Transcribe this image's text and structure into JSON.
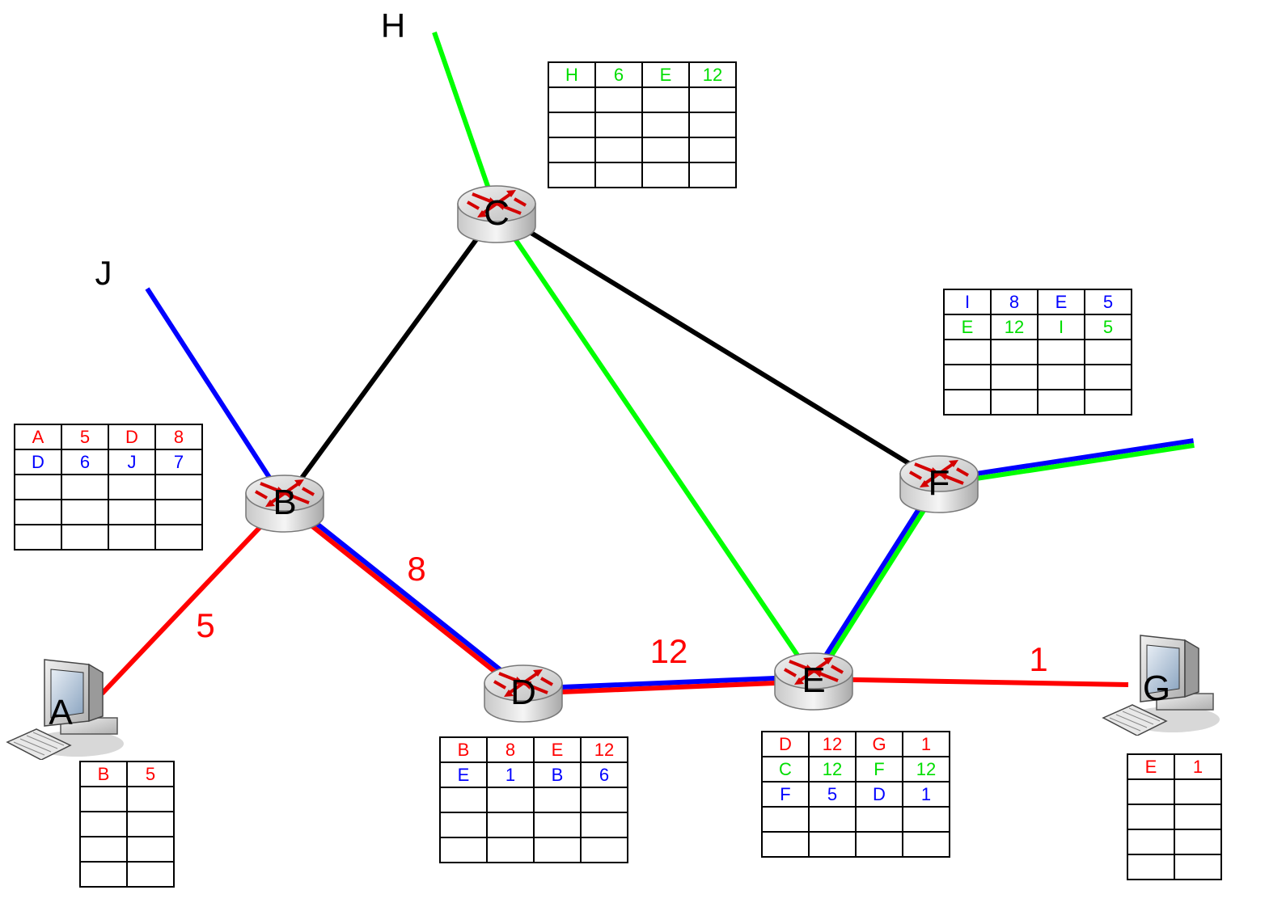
{
  "colors": {
    "red": "#ff0000",
    "blue": "#0000ff",
    "green": "#00ff00",
    "black": "#000000"
  },
  "nodes": {
    "A": {
      "label": "A",
      "type": "computer"
    },
    "B": {
      "label": "B",
      "type": "router"
    },
    "C": {
      "label": "C",
      "type": "router"
    },
    "D": {
      "label": "D",
      "type": "router"
    },
    "E": {
      "label": "E",
      "type": "router"
    },
    "F": {
      "label": "F",
      "type": "router"
    },
    "G": {
      "label": "G",
      "type": "computer"
    }
  },
  "external_labels": {
    "H": "H",
    "J": "J"
  },
  "link_labels": {
    "A_B": "5",
    "B_D": "8",
    "D_E": "12",
    "E_G": "1"
  },
  "links": [
    {
      "from": "A",
      "to": "B",
      "colors": [
        "red"
      ]
    },
    {
      "from": "B",
      "to": "D",
      "colors": [
        "blue",
        "red"
      ]
    },
    {
      "from": "D",
      "to": "E",
      "colors": [
        "blue",
        "red"
      ]
    },
    {
      "from": "E",
      "to": "G",
      "colors": [
        "red"
      ]
    },
    {
      "from": "J",
      "to": "B",
      "colors": [
        "blue"
      ]
    },
    {
      "from": "B",
      "to": "C",
      "colors": [
        "black"
      ]
    },
    {
      "from": "H",
      "to": "C",
      "colors": [
        "green"
      ]
    },
    {
      "from": "C",
      "to": "E",
      "colors": [
        "green"
      ]
    },
    {
      "from": "C",
      "to": "F",
      "colors": [
        "black"
      ]
    },
    {
      "from": "E",
      "to": "F",
      "colors": [
        "blue",
        "green"
      ]
    },
    {
      "from": "F",
      "to": "out",
      "colors": [
        "blue",
        "green"
      ]
    }
  ],
  "tables": {
    "A": {
      "rows": [
        [
          {
            "v": "B",
            "c": "red"
          },
          {
            "v": "5",
            "c": "red"
          }
        ],
        [
          {
            "v": ""
          },
          {
            "v": ""
          }
        ],
        [
          {
            "v": ""
          },
          {
            "v": ""
          }
        ],
        [
          {
            "v": ""
          },
          {
            "v": ""
          }
        ],
        [
          {
            "v": ""
          },
          {
            "v": ""
          }
        ]
      ]
    },
    "B": {
      "rows": [
        [
          {
            "v": "A",
            "c": "red"
          },
          {
            "v": "5",
            "c": "red"
          },
          {
            "v": "D",
            "c": "red"
          },
          {
            "v": "8",
            "c": "red"
          }
        ],
        [
          {
            "v": "D",
            "c": "blue"
          },
          {
            "v": "6",
            "c": "blue"
          },
          {
            "v": "J",
            "c": "blue"
          },
          {
            "v": "7",
            "c": "blue"
          }
        ],
        [
          {
            "v": ""
          },
          {
            "v": ""
          },
          {
            "v": ""
          },
          {
            "v": ""
          }
        ],
        [
          {
            "v": ""
          },
          {
            "v": ""
          },
          {
            "v": ""
          },
          {
            "v": ""
          }
        ],
        [
          {
            "v": ""
          },
          {
            "v": ""
          },
          {
            "v": ""
          },
          {
            "v": ""
          }
        ]
      ]
    },
    "C": {
      "rows": [
        [
          {
            "v": "H",
            "c": "green"
          },
          {
            "v": "6",
            "c": "green"
          },
          {
            "v": "E",
            "c": "green"
          },
          {
            "v": "12",
            "c": "green"
          }
        ],
        [
          {
            "v": ""
          },
          {
            "v": ""
          },
          {
            "v": ""
          },
          {
            "v": ""
          }
        ],
        [
          {
            "v": ""
          },
          {
            "v": ""
          },
          {
            "v": ""
          },
          {
            "v": ""
          }
        ],
        [
          {
            "v": ""
          },
          {
            "v": ""
          },
          {
            "v": ""
          },
          {
            "v": ""
          }
        ],
        [
          {
            "v": ""
          },
          {
            "v": ""
          },
          {
            "v": ""
          },
          {
            "v": ""
          }
        ]
      ]
    },
    "D": {
      "rows": [
        [
          {
            "v": "B",
            "c": "red"
          },
          {
            "v": "8",
            "c": "red"
          },
          {
            "v": "E",
            "c": "red"
          },
          {
            "v": "12",
            "c": "red"
          }
        ],
        [
          {
            "v": "E",
            "c": "blue"
          },
          {
            "v": "1",
            "c": "blue"
          },
          {
            "v": "B",
            "c": "blue"
          },
          {
            "v": "6",
            "c": "blue"
          }
        ],
        [
          {
            "v": ""
          },
          {
            "v": ""
          },
          {
            "v": ""
          },
          {
            "v": ""
          }
        ],
        [
          {
            "v": ""
          },
          {
            "v": ""
          },
          {
            "v": ""
          },
          {
            "v": ""
          }
        ],
        [
          {
            "v": ""
          },
          {
            "v": ""
          },
          {
            "v": ""
          },
          {
            "v": ""
          }
        ]
      ]
    },
    "E": {
      "rows": [
        [
          {
            "v": "D",
            "c": "red"
          },
          {
            "v": "12",
            "c": "red"
          },
          {
            "v": "G",
            "c": "red"
          },
          {
            "v": "1",
            "c": "red"
          }
        ],
        [
          {
            "v": "C",
            "c": "green"
          },
          {
            "v": "12",
            "c": "green"
          },
          {
            "v": "F",
            "c": "green"
          },
          {
            "v": "12",
            "c": "green"
          }
        ],
        [
          {
            "v": "F",
            "c": "blue"
          },
          {
            "v": "5",
            "c": "blue"
          },
          {
            "v": "D",
            "c": "blue"
          },
          {
            "v": "1",
            "c": "blue"
          }
        ],
        [
          {
            "v": ""
          },
          {
            "v": ""
          },
          {
            "v": ""
          },
          {
            "v": ""
          }
        ],
        [
          {
            "v": ""
          },
          {
            "v": ""
          },
          {
            "v": ""
          },
          {
            "v": ""
          }
        ]
      ]
    },
    "F": {
      "rows": [
        [
          {
            "v": "I",
            "c": "blue"
          },
          {
            "v": "8",
            "c": "blue"
          },
          {
            "v": "E",
            "c": "blue"
          },
          {
            "v": "5",
            "c": "blue"
          }
        ],
        [
          {
            "v": "E",
            "c": "green"
          },
          {
            "v": "12",
            "c": "green"
          },
          {
            "v": "I",
            "c": "green"
          },
          {
            "v": "5",
            "c": "green"
          }
        ],
        [
          {
            "v": ""
          },
          {
            "v": ""
          },
          {
            "v": ""
          },
          {
            "v": ""
          }
        ],
        [
          {
            "v": ""
          },
          {
            "v": ""
          },
          {
            "v": ""
          },
          {
            "v": ""
          }
        ],
        [
          {
            "v": ""
          },
          {
            "v": ""
          },
          {
            "v": ""
          },
          {
            "v": ""
          }
        ]
      ]
    },
    "G": {
      "rows": [
        [
          {
            "v": "E",
            "c": "red"
          },
          {
            "v": "1",
            "c": "red"
          }
        ],
        [
          {
            "v": ""
          },
          {
            "v": ""
          }
        ],
        [
          {
            "v": ""
          },
          {
            "v": ""
          }
        ],
        [
          {
            "v": ""
          },
          {
            "v": ""
          }
        ],
        [
          {
            "v": ""
          },
          {
            "v": ""
          }
        ]
      ]
    }
  }
}
